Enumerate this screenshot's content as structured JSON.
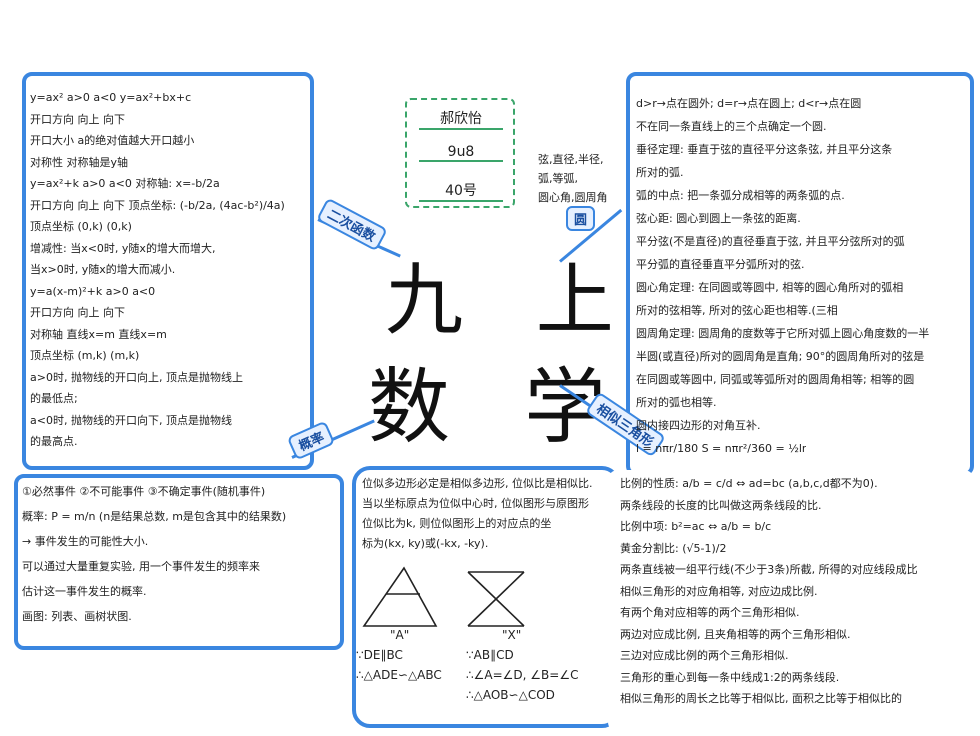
{
  "title_top": "九 上",
  "title_bottom": "数 学",
  "name_card": {
    "name": "郝欣怡",
    "class_no": "9u8",
    "seat_no": "40号"
  },
  "tags": {
    "quadratic": "二次函数",
    "circle": "圆",
    "probability": "概率",
    "similar": "相似三角形"
  },
  "circle_terms": [
    "弦,直径,半径,",
    "弧,等弧,",
    "圆心角,圆周角"
  ],
  "quadratic_lines": [
    "y=ax²   a>0    a<0       y=ax²+bx+c",
    "开口方向   向上    向下",
    "开口大小  a的绝对值越大开口越小",
    "对称性  对称轴是y轴",
    "y=ax²+k   a>0     a<0        对称轴: x=-b/2a",
    "开口方向     向上      向下        顶点坐标: (-b/2a, (4ac-b²)/4a)",
    "顶点坐标    (0,k)     (0,k)",
    "增减性: 当x<0时, y随x的增大而增大,",
    "           当x>0时, y随x的增大而减小.",
    "y=a(x-m)²+k     a>0       a<0",
    "开口方向           向上       向下",
    "对称轴        直线x=m    直线x=m",
    "顶点坐标          (m,k)      (m,k)",
    "a>0时, 抛物线的开口向上, 顶点是抛物线上",
    "的最低点;",
    "a<0时, 抛物线的开口向下, 顶点是抛物线",
    "的最高点."
  ],
  "circle_lines": [
    "d>r→点在圆外; d=r→点在圆上; d<r→点在圆",
    "不在同一条直线上的三个点确定一个圆.",
    "垂径定理: 垂直于弦的直径平分这条弦, 并且平分这条",
    "              所对的弧.",
    "弧的中点: 把一条弧分成相等的两条弧的点.",
    "弦心距: 圆心到圆上一条弦的距离.",
    "平分弦(不是直径)的直径垂直于弦, 并且平分弦所对的弧",
    "平分弧的直径垂直平分弧所对的弦.",
    "圆心角定理: 在同圆或等圆中, 相等的圆心角所对的弧相",
    "              所对的弦相等, 所对的弦心距也相等.(三相",
    "圆周角定理: 圆周角的度数等于它所对弧上圆心角度数的一半",
    "半圆(或直径)所对的圆周角是直角; 90°的圆周角所对的弦是",
    "在同圆或等圆中, 同弧或等弧所对的圆周角相等; 相等的圆",
    "所对的弧也相等.",
    "圆内接四边形的对角互补.",
    "l = nπr/180          S = nπr²/360 = ½lr"
  ],
  "probability_lines": [
    "①必然事件 ②不可能事件 ③不确定事件(随机事件)",
    "概率: P = m/n  (n是结果总数, m是包含其中的结果数)",
    "     → 事件发生的可能性大小.",
    "可以通过大量重复实验, 用一个事件发生的频率来",
    "估计这一事件发生的概率.",
    "画图: 列表、画树状图."
  ],
  "similar_lines": [
    "位似多边形必定是相似多边形, 位似比是相似比.",
    "当以坐标原点为位似中心时, 位似图形与原图形",
    "位似比为k, 则位似图形上的对应点的坐",
    "标为(kx, ky)或(-kx, -ky)."
  ],
  "triangle_captions": {
    "a_label": "\"A\"",
    "x_label": "\"X\"",
    "a_cond": "∵DE∥BC",
    "a_result": "∴△ADE∽△ABC",
    "x_cond": "∵AB∥CD",
    "x_angles": "∴∠A=∠D, ∠B=∠C",
    "x_result": "∴△AOB∽△COD"
  },
  "ratio_lines": [
    "比例的性质: a/b = c/d ⇔ ad=bc (a,b,c,d都不为0).",
    "两条线段的长度的比叫做这两条线段的比.",
    "比例中项: b²=ac ⇔ a/b = b/c",
    "黄金分割比: (√5-1)/2",
    "两条直线被一组平行线(不少于3条)所截, 所得的对应线段成比",
    "相似三角形的对应角相等, 对应边成比例.",
    "有两个角对应相等的两个三角形相似.",
    "两边对应成比例, 且夹角相等的两个三角形相似.",
    "三边对应成比例的两个三角形相似.",
    "三角形的重心到每一条中线成1:2的两条线段.",
    "相似三角形的周长之比等于相似比, 面积之比等于相似比的"
  ],
  "colors": {
    "accent": "#3a86e0",
    "name_border": "#3aa56a",
    "tag_bg": "#e6f0ff"
  }
}
